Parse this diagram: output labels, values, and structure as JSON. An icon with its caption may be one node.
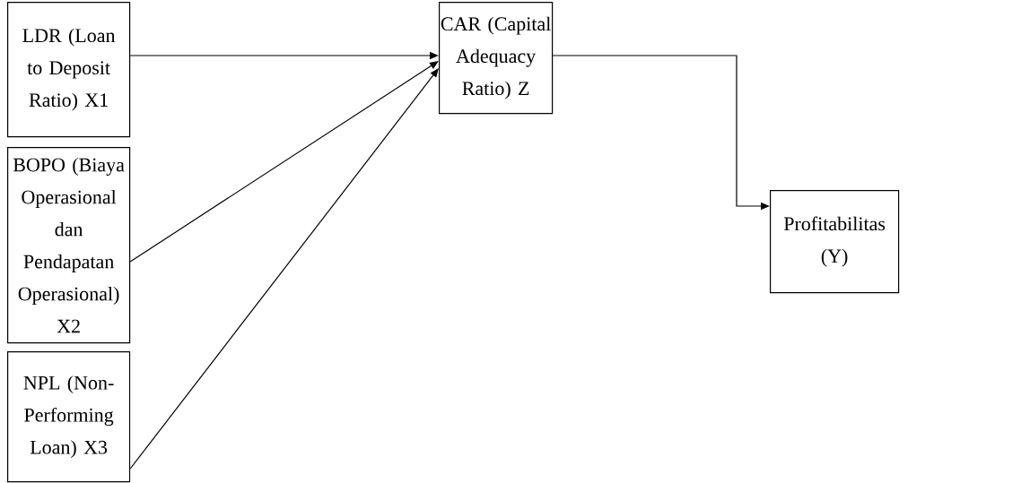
{
  "diagram": {
    "nodes": [
      {
        "text": [
          "LDR (Loan to Deposit Ratio) X1"
        ]
      },
      {
        "text": [
          "BOPO (Biaya Operasional dan Pendapatan Operasional) X2"
        ]
      },
      {
        "text": [
          "NPL (Non-Performing Loan) X3"
        ]
      },
      {
        "text": [
          "CAR (Capital Adequacy Ratio) Z"
        ]
      },
      {
        "text": [
          "Profitabilitas (Y)"
        ]
      }
    ],
    "edges": [
      {
        "from": 0,
        "to": 3,
        "arrow": "to"
      },
      {
        "from": 1,
        "to": 3,
        "arrow": "to"
      },
      {
        "from": 2,
        "to": 3,
        "arrow": "to"
      },
      {
        "from": 3,
        "to": 4,
        "arrow": "to"
      }
    ]
  }
}
